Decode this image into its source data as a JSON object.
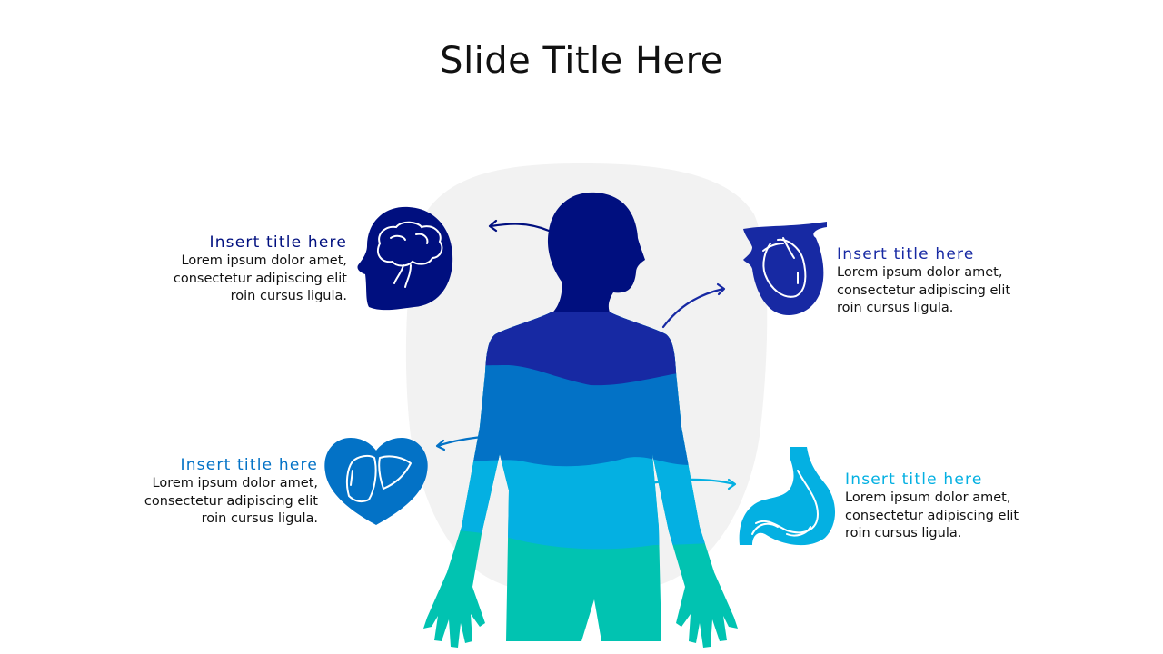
{
  "slide": {
    "title": "Slide Title Here"
  },
  "colors": {
    "background_shape": "#f2f2f2",
    "head": "#000f7f",
    "shoulders": "#1729a3",
    "chest": "#0372c6",
    "abdomen": "#04b0e2",
    "lower": "#01c3b1",
    "brain": "#000f7f",
    "heart": "#1729a3",
    "liver": "#0372c6",
    "stomach": "#04b0e2"
  },
  "items": [
    {
      "organ": "brain",
      "icon": "brain-icon",
      "title": "Insert title here",
      "title_color": "#000f7f",
      "body": [
        "Lorem ipsum dolor amet,",
        "consectetur adipiscing elit",
        "roin cursus ligula."
      ]
    },
    {
      "organ": "heart",
      "icon": "heart-organ-icon",
      "title": "Insert title here",
      "title_color": "#1729a3",
      "body": [
        "Lorem ipsum dolor amet,",
        "consectetur adipiscing elit",
        "roin cursus ligula."
      ]
    },
    {
      "organ": "liver",
      "icon": "liver-icon",
      "title": "Insert title here",
      "title_color": "#0372c6",
      "body": [
        "Lorem ipsum dolor amet,",
        "consectetur adipiscing elit",
        "roin cursus ligula."
      ]
    },
    {
      "organ": "stomach",
      "icon": "stomach-icon",
      "title": "Insert title here",
      "title_color": "#04b0e2",
      "body": [
        "Lorem ipsum dolor amet,",
        "consectetur adipiscing elit",
        "roin cursus ligula."
      ]
    }
  ]
}
